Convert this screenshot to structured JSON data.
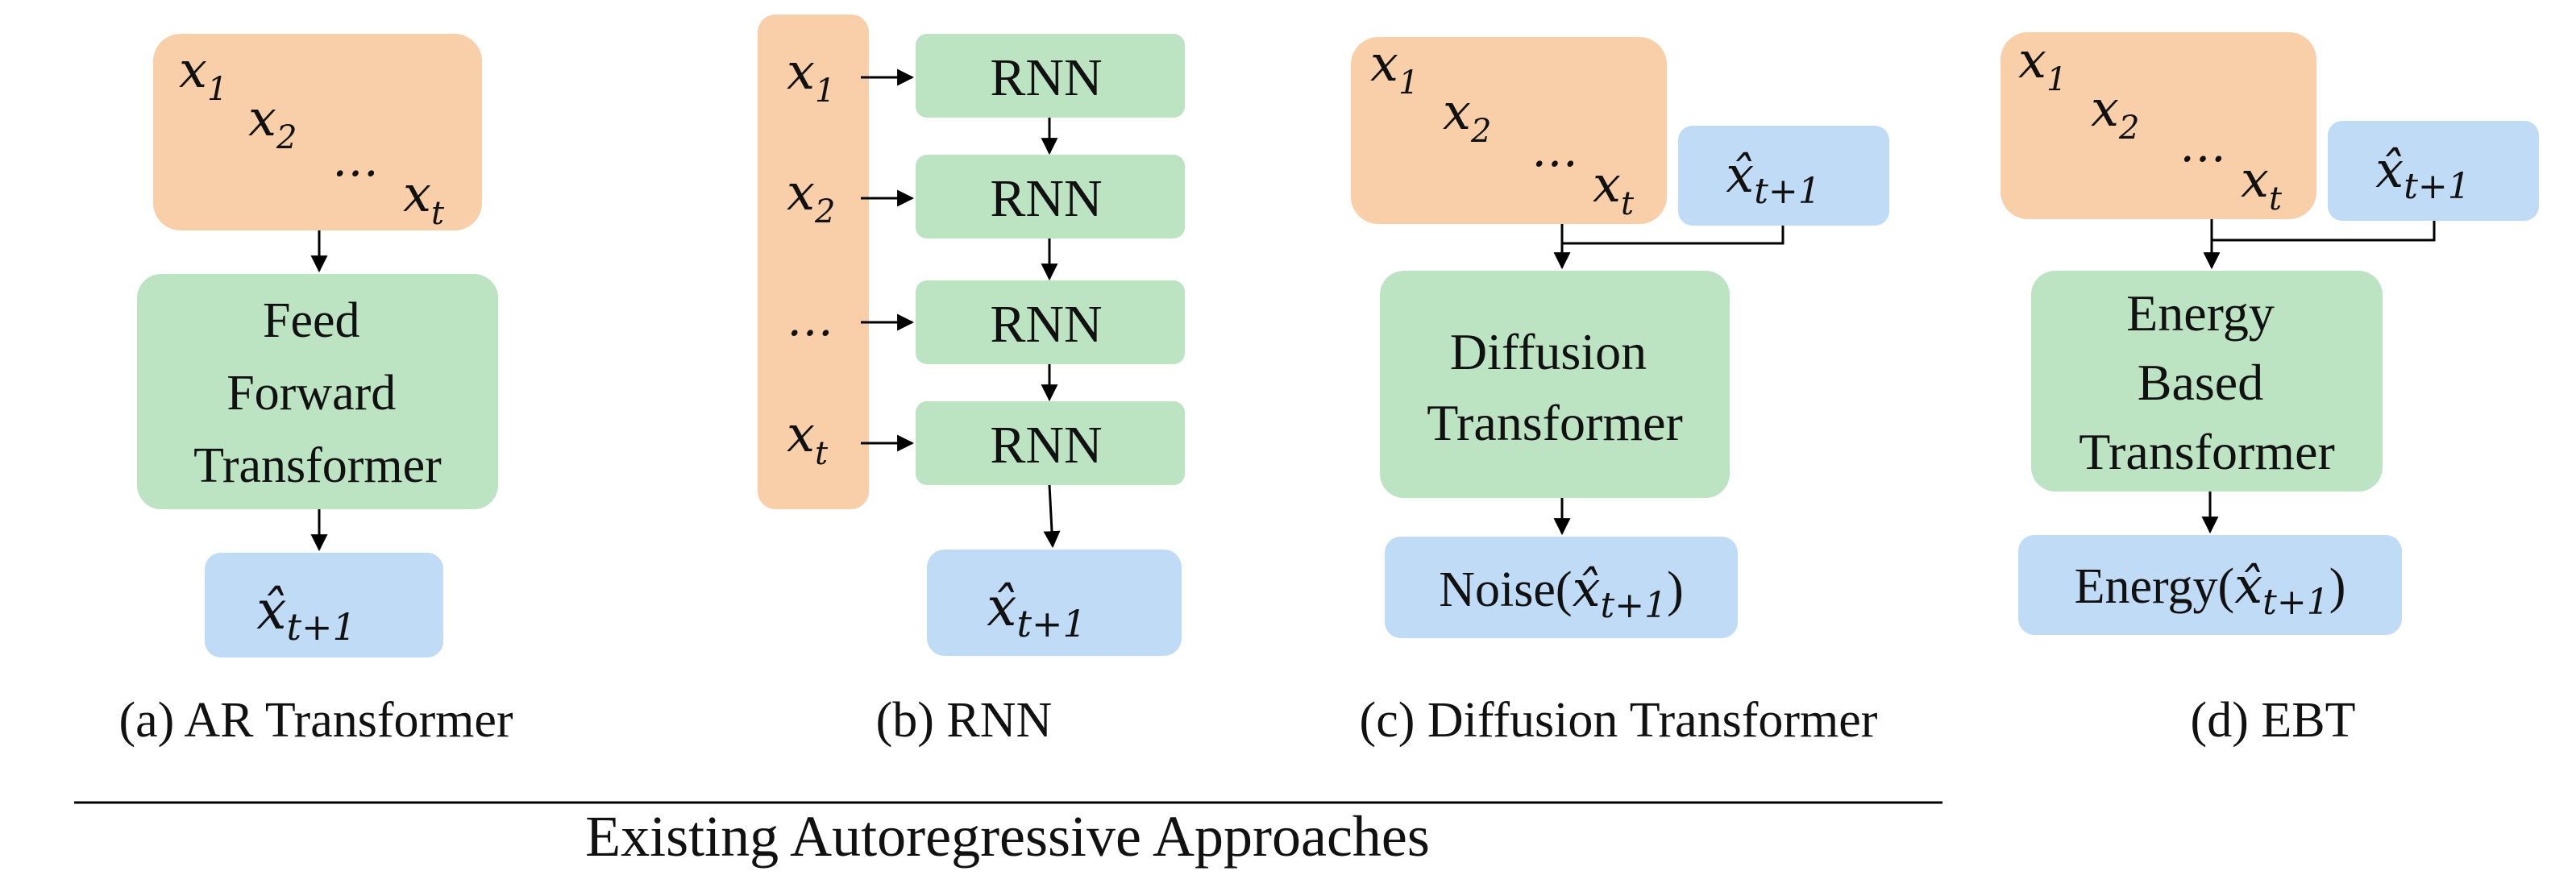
{
  "colors": {
    "input": "#f9cfa9",
    "block": "#bce3c2",
    "output": "#c0dbf6",
    "line": "#000000",
    "text": "#111111"
  },
  "panels": {
    "a": {
      "caption": "(a) AR Transformer",
      "inputs": [
        "x",
        "1",
        "x",
        "2",
        "…",
        "x",
        "t"
      ],
      "block_lines": [
        "Feed",
        "Forward",
        "Transformer"
      ],
      "output": {
        "var": "x̂",
        "sub": "t+1"
      }
    },
    "b": {
      "caption": "(b) RNN",
      "inputs": [
        {
          "var": "x",
          "sub": "1"
        },
        {
          "var": "x",
          "sub": "2"
        },
        {
          "var": "…",
          "sub": ""
        },
        {
          "var": "x",
          "sub": "t"
        }
      ],
      "cell_label": "RNN",
      "output": {
        "var": "x̂",
        "sub": "t+1"
      }
    },
    "c": {
      "caption": "(c) Diffusion Transformer",
      "inputs": [
        "x",
        "1",
        "x",
        "2",
        "…",
        "x",
        "t"
      ],
      "candidate": {
        "var": "x̂",
        "sub": "t+1"
      },
      "block_lines": [
        "Diffusion",
        "Transformer"
      ],
      "output": {
        "prefix": "Noise(",
        "var": "x̂",
        "sub": "t+1",
        "suffix": ")"
      }
    },
    "d": {
      "caption": "(d) EBT",
      "inputs": [
        "x",
        "1",
        "x",
        "2",
        "…",
        "x",
        "t"
      ],
      "candidate": {
        "var": "x̂",
        "sub": "t+1"
      },
      "block_lines": [
        "Energy",
        "Based",
        "Transformer"
      ],
      "output": {
        "prefix": "Energy(",
        "var": "x̂",
        "sub": "t+1",
        "suffix": ")"
      }
    }
  },
  "footer": {
    "label": "Existing Autoregressive Approaches"
  }
}
